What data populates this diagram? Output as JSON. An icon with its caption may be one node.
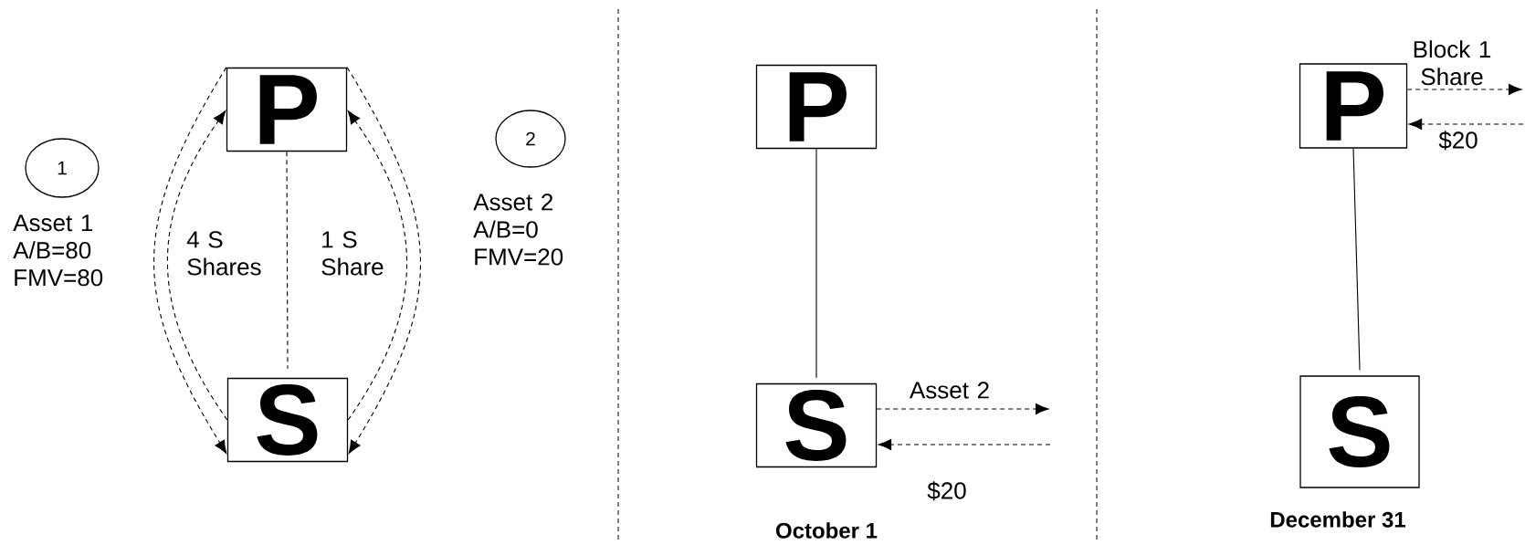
{
  "diagram": {
    "nodes": [
      {
        "text": [
          "P"
        ]
      },
      {
        "text": [
          "1"
        ]
      },
      {
        "text": [
          "2"
        ]
      },
      {
        "text": [
          "S"
        ]
      },
      {
        "text": [
          "P"
        ]
      },
      {
        "text": [
          "S"
        ]
      },
      {
        "text": [
          "P"
        ]
      },
      {
        "text": [
          "S"
        ]
      }
    ],
    "edges": [
      {
        "from": 0,
        "to": 3,
        "arrow": "to",
        "style": "dashed",
        "label": "Asset 1 A/B=80 FMV=80"
      },
      {
        "from": 3,
        "to": 0,
        "arrow": "to",
        "style": "dashed",
        "label": "4 S Shares"
      },
      {
        "from": 0,
        "to": 3,
        "arrow": "none",
        "style": "dashed"
      },
      {
        "from": 3,
        "to": 0,
        "arrow": "to",
        "style": "dashed",
        "label": "1 S Share"
      },
      {
        "from": 0,
        "to": 3,
        "arrow": "to",
        "style": "dashed",
        "label": "Asset 2 A/B=0 FMV=20"
      },
      {
        "from": 4,
        "to": 5,
        "arrow": "none"
      },
      {
        "from": 5,
        "to": null,
        "arrow": "to",
        "style": "dashed",
        "label": "Asset 2"
      },
      {
        "from": null,
        "to": 5,
        "arrow": "to",
        "style": "dashed",
        "label": "$20"
      },
      {
        "from": 6,
        "to": 7,
        "arrow": "none"
      },
      {
        "from": 6,
        "to": null,
        "arrow": "to",
        "style": "dashed",
        "label": "Block 1 Share"
      },
      {
        "from": null,
        "to": 6,
        "arrow": "to",
        "style": "dashed",
        "label": "$20"
      }
    ],
    "labels": [
      "October 1",
      "December 31"
    ]
  }
}
